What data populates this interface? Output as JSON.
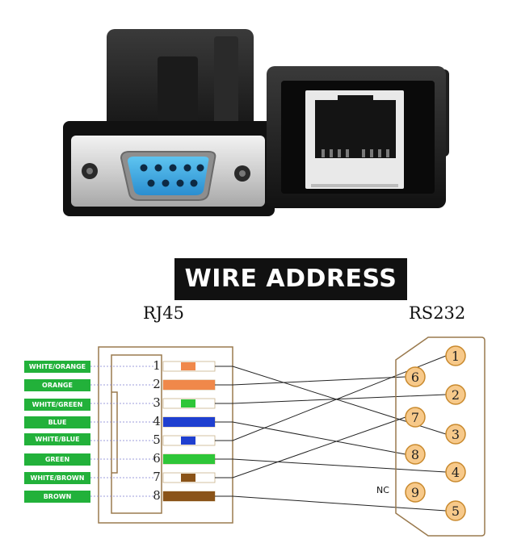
{
  "banner": "WIRE ADDRESS",
  "rj45_header": "RJ45",
  "rs232_header": "RS232",
  "nc_label": "NC",
  "wires": [
    {
      "pin": "1",
      "label": "WHITE/ORANGE",
      "color": "#f0884a",
      "striped": true
    },
    {
      "pin": "2",
      "label": "ORANGE",
      "color": "#f0884a",
      "striped": false
    },
    {
      "pin": "3",
      "label": "WHITE/GREEN",
      "color": "#2ec638",
      "striped": true
    },
    {
      "pin": "4",
      "label": "BLUE",
      "color": "#1f3fd0",
      "striped": false
    },
    {
      "pin": "5",
      "label": "WHITE/BLUE",
      "color": "#1f3fd0",
      "striped": true
    },
    {
      "pin": "6",
      "label": "GREEN",
      "color": "#2ec638",
      "striped": false
    },
    {
      "pin": "7",
      "label": "WHITE/BROWN",
      "color": "#8a5318",
      "striped": true
    },
    {
      "pin": "8",
      "label": "BROWN",
      "color": "#8a5318",
      "striped": false
    }
  ],
  "db9_pins": [
    "1",
    "6",
    "2",
    "7",
    "3",
    "8",
    "4",
    "9",
    "5"
  ],
  "connections": [
    {
      "rj45": "1",
      "db9": "3"
    },
    {
      "rj45": "2",
      "db9": "6"
    },
    {
      "rj45": "3",
      "db9": "2"
    },
    {
      "rj45": "4",
      "db9": "8"
    },
    {
      "rj45": "5",
      "db9": "1"
    },
    {
      "rj45": "6",
      "db9": "4"
    },
    {
      "rj45": "7",
      "db9": "7"
    },
    {
      "rj45": "8",
      "db9": "5"
    }
  ],
  "colors": {
    "label_bg": "#22b13a",
    "pin_fill": "#f7c98a",
    "pin_stroke": "#c98a2e",
    "outline": "#9a7a4e"
  }
}
